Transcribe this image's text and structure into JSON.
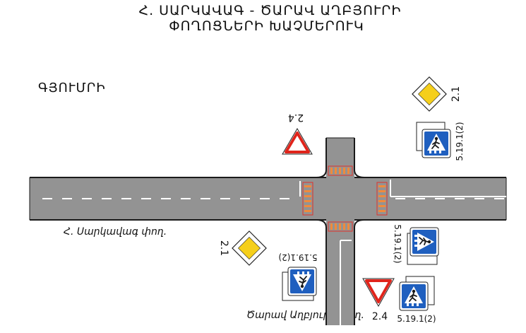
{
  "title": {
    "line1": "Հ. ՍԱՐԿԱՎԱԳ - ԾԱՐԱՎ  ԱՂԲՅՈՒՐԻ",
    "line2": "ՓՈՂՈՑՆԵՐԻ ԽԱՉՄԵՐՈՒԿ"
  },
  "region_label": "ԳՅՈՒՄՐԻ",
  "streets": {
    "horizontal": "Հ. Սարկավագ փող.",
    "vertical": "Ծարավ Աղբյուրի փող."
  },
  "signs": {
    "priority_road_code": "2.1",
    "give_way_code": "2.4",
    "crosswalk_code": "5.19.1(2)"
  },
  "colors": {
    "road": "#939393",
    "road_edge": "#1a1a1a",
    "marking": "#ffffff",
    "crossing": "#f08a3c",
    "crossing_frame": "#e0302a",
    "sign_red": "#e0241b",
    "sign_yellow": "#f5cf1b",
    "sign_blue": "#1f5fbf"
  }
}
